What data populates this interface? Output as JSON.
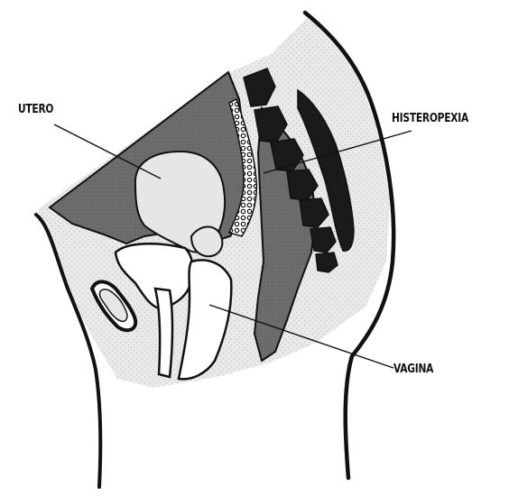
{
  "labels": {
    "utero": "UTERO",
    "histeropexia": "HISTEROPEXIA",
    "vagina": "VAGINA"
  },
  "colors": {
    "outline": "#111111",
    "dark_fill": "#6a6a6a",
    "light_fill": "#e6e6e6",
    "bone_fill": "#1a1a1a",
    "mesh_fill": "#f2f2f2",
    "background": "#ffffff"
  }
}
